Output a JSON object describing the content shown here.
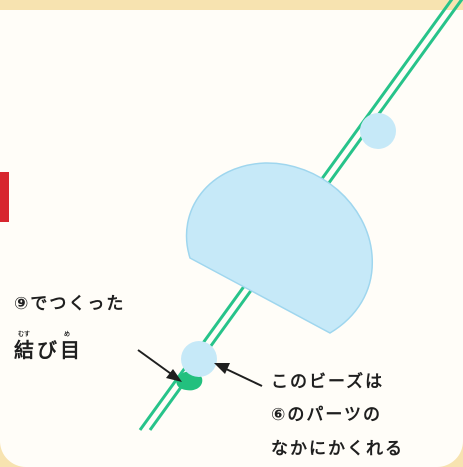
{
  "labels": {
    "knot_line1": "⑨でつくった",
    "knot_line2": "結び目",
    "knot_ruby": [
      "むす",
      "め"
    ],
    "bead_line1": "このビーズは",
    "bead_line2": "⑥のパーツの",
    "bead_line3": "なかにかくれる"
  },
  "colors": {
    "background": "#fffdf8",
    "frame": "#f7e3b0",
    "cord": "#27c38a",
    "bead": "#c6e9f8",
    "half_disc": "#c6e9f8",
    "half_disc_edge": "#9fd6ee",
    "knot": "#22c07e",
    "arrow": "#1f1f1f",
    "accent_tab": "#d7262e"
  }
}
